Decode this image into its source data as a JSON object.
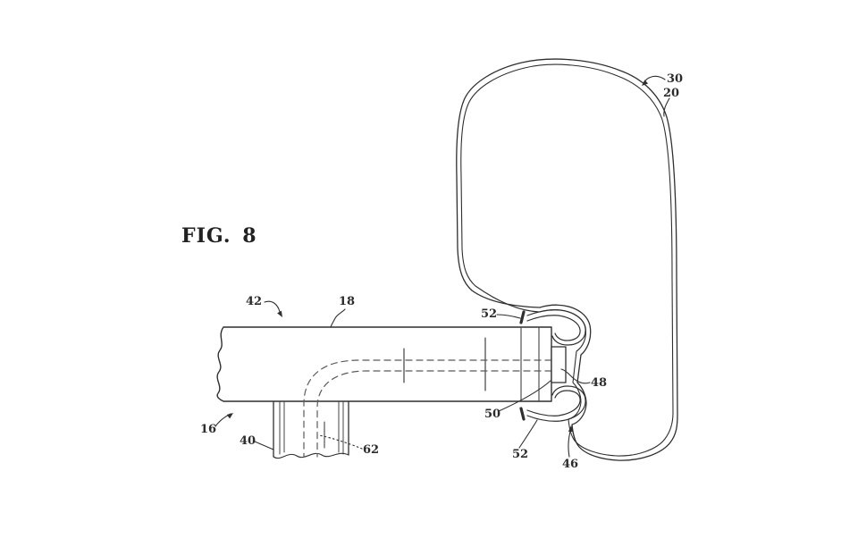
{
  "figure": {
    "title": "FIG. 8"
  },
  "reference_labels": {
    "ref_16": "16",
    "ref_18": "18",
    "ref_20": "20",
    "ref_30": "30",
    "ref_40": "40",
    "ref_42": "42",
    "ref_46": "46",
    "ref_48": "48",
    "ref_50": "50",
    "ref_52_top": "52",
    "ref_52_bottom": "52",
    "ref_62": "62"
  },
  "colors": {
    "ink": "#2f2f2f",
    "dashed_ink": "#5a5a5a",
    "background": "#ffffff"
  }
}
